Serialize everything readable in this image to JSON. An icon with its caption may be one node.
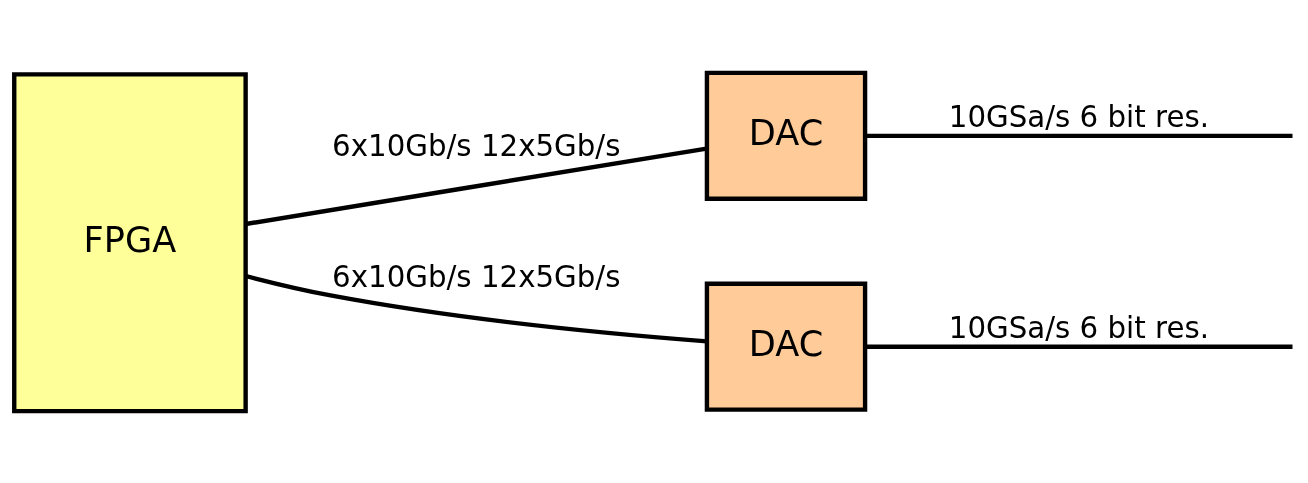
{
  "diagram": {
    "nodes": [
      {
        "text": [
          "FPGA"
        ]
      },
      {
        "text": [
          "DAC"
        ]
      },
      {
        "text": [
          "DAC"
        ]
      }
    ],
    "edges": [
      {
        "from": 0,
        "to": 1,
        "arrow": "none",
        "label": "6x10Gb/s 12x5Gb/s"
      },
      {
        "from": 0,
        "to": 2,
        "arrow": "none",
        "label": "6x10Gb/s 12x5Gb/s"
      },
      {
        "from": 1,
        "to": null,
        "arrow": "none",
        "label": "10GSa/s 6 bit res."
      },
      {
        "from": 2,
        "to": null,
        "arrow": "none",
        "label": "10GSa/s 6 bit res."
      }
    ]
  }
}
